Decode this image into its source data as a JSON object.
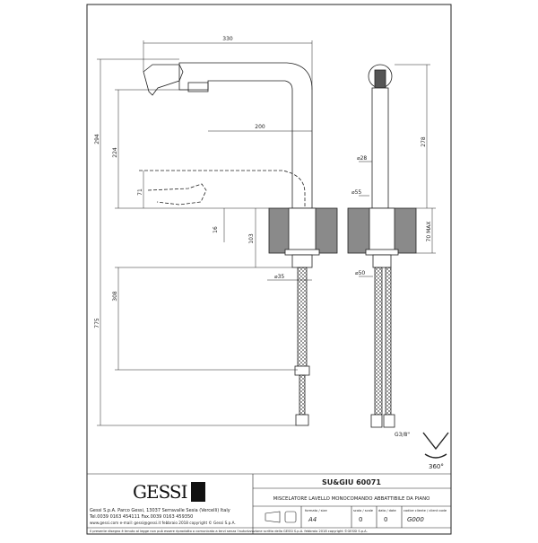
{
  "dimensions": {
    "width_330": "330",
    "reach_200": "200",
    "height_294": "294",
    "height_224": "224",
    "height_71": "71",
    "gap_16": "16",
    "thickness_103": "103",
    "hose_308": "308",
    "total_775": "775",
    "diam_35": "⌀35",
    "side_278": "278",
    "diam_28": "⌀28",
    "diam_55": "⌀55",
    "max_70": "70 MAX",
    "diam_50": "⌀50",
    "thread": "G3/8\"",
    "rotation": "360°"
  },
  "title_block": {
    "logo": "GESSI",
    "company_line1": "Gessi S.p.A. Parco Gessi, 13037 Serravalle Sesia (Vercelli) Italy",
    "company_line2": "Tel.0039  0163  454111  Fax.0039  0163  459350",
    "company_line3": "www.gessi.com  e-mail: gessi@gessi.it   febbraio  2018   copyright © Gessi S.p.A.",
    "product_code": "SU&GIU  60071",
    "description": "MISCELATORE LAVELLO MONOCOMANDO ABBATTIBILE DA PIANO",
    "formato_label": "formato / size",
    "formato_value": "A4",
    "scala_label": "scala / scale",
    "scala_value": "0",
    "data_label": "data / date",
    "data_value": "0",
    "cliente_label": "codice cliente / client code",
    "cliente_value": "G000",
    "footer": "Il presente disegno è tenuto al legge non può essere riprodotto o comunicato a terzi senza l'autorizzazione scritta della GESSI S.p.A.  febbraio 2018  copyright ©GESSI S.p.A."
  }
}
